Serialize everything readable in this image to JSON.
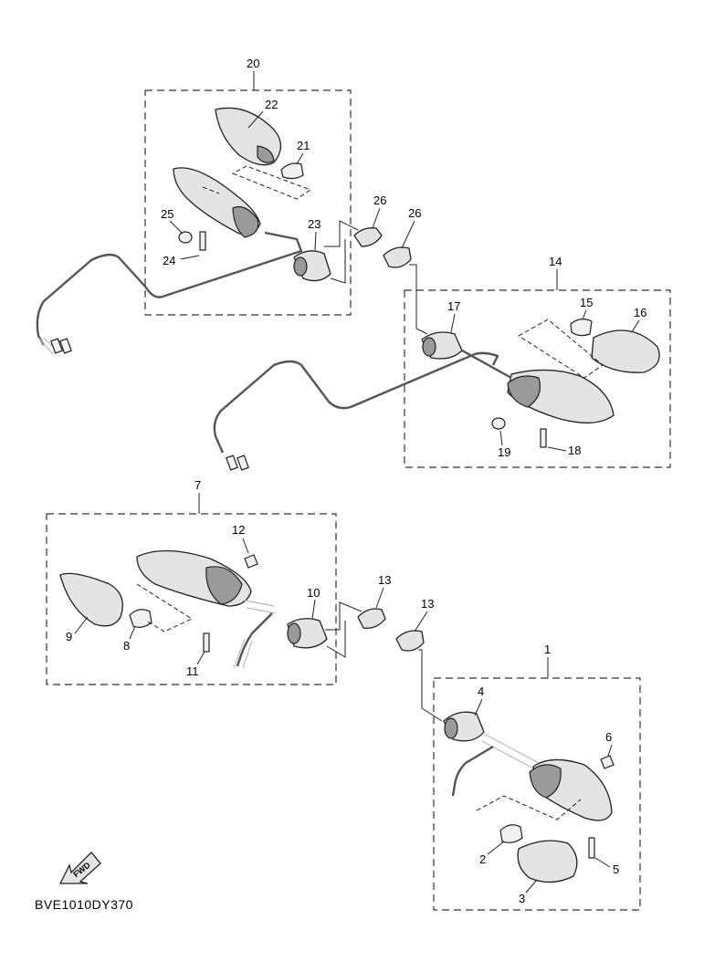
{
  "diagram_code": "BVE1010DY370",
  "fwd_label": "FWD",
  "part_numbers": {
    "p1": "1",
    "p2": "2",
    "p3": "3",
    "p4": "4",
    "p5": "5",
    "p6": "6",
    "p7": "7",
    "p8": "8",
    "p9": "9",
    "p10": "10",
    "p11": "11",
    "p12": "12",
    "p13a": "13",
    "p13b": "13",
    "p14": "14",
    "p15": "15",
    "p16": "16",
    "p17": "17",
    "p18": "18",
    "p19": "19",
    "p20": "20",
    "p21": "21",
    "p22": "22",
    "p23": "23",
    "p24": "24",
    "p25": "25",
    "p26a": "26",
    "p26b": "26"
  },
  "colors": {
    "line": "#222222",
    "part_fill": "#e4e4e4",
    "part_shade": "#9a9a9a"
  }
}
